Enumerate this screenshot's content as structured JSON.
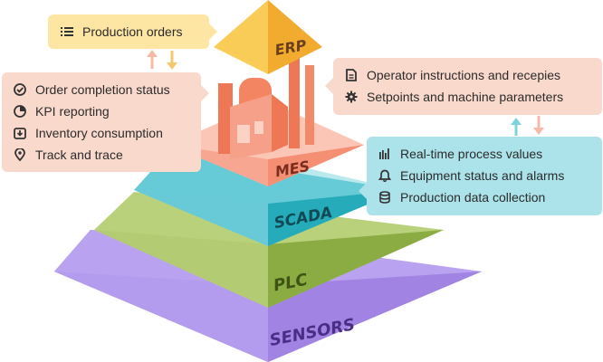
{
  "layers": [
    {
      "name": "ERP",
      "color": "#f8c14f"
    },
    {
      "name": "MES",
      "color": "#f59a83"
    },
    {
      "name": "SCADA",
      "color": "#3bbfcd"
    },
    {
      "name": "PLC",
      "color": "#a7c464"
    },
    {
      "name": "SENSORS",
      "color": "#a98ee6"
    }
  ],
  "erp_box": {
    "items": [
      {
        "icon": "list-icon",
        "label": "Production orders"
      }
    ]
  },
  "mes_left_box": {
    "items": [
      {
        "icon": "check-circle-icon",
        "label": "Order completion status"
      },
      {
        "icon": "pie-chart-icon",
        "label": "KPI reporting"
      },
      {
        "icon": "inbox-download-icon",
        "label": "Inventory consumption"
      },
      {
        "icon": "map-pin-icon",
        "label": "Track and trace"
      }
    ]
  },
  "mes_right_box": {
    "items": [
      {
        "icon": "document-icon",
        "label": "Operator instructions and recepies"
      },
      {
        "icon": "gear-icon",
        "label": "Setpoints and machine parameters"
      }
    ]
  },
  "scada_box": {
    "items": [
      {
        "icon": "bar-chart-icon",
        "label": "Real-time process values"
      },
      {
        "icon": "bell-icon",
        "label": "Equipment status and alarms"
      },
      {
        "icon": "database-icon",
        "label": "Production data collection"
      }
    ]
  },
  "colors": {
    "erp_box_bg": "#fde5a4",
    "mes_box_bg": "#f9d9cc",
    "scada_box_bg": "#ace3ea",
    "arrow_up_mes": "#f7b8a6",
    "arrow_down_erp": "#f5c96a",
    "arrow_up_scada": "#7fd3de"
  }
}
